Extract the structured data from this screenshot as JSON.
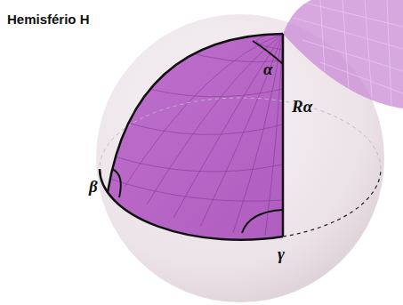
{
  "diagram": {
    "labels": [
      "Hemisfério H",
      "α",
      "Rα",
      "β",
      "γ"
    ]
  }
}
